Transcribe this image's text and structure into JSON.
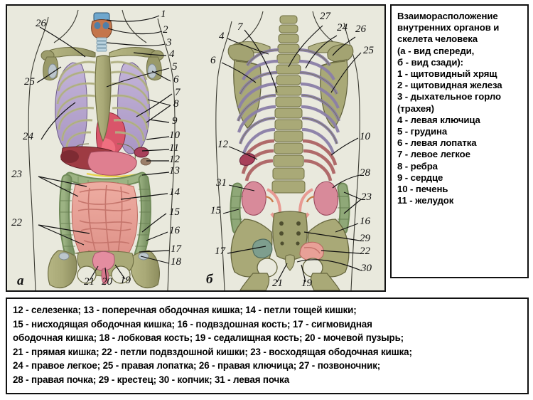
{
  "figure": {
    "view_a_marker": "а",
    "view_b_marker": "б",
    "view_a_name": "front-view-anatomy",
    "view_b_name": "back-view-anatomy",
    "labels_a": [
      "26",
      "25",
      "24",
      "23",
      "22",
      "1",
      "2",
      "3",
      "4",
      "5",
      "6",
      "7",
      "8",
      "9",
      "10",
      "11",
      "12",
      "13",
      "14",
      "15",
      "16",
      "17",
      "18",
      "21",
      "20",
      "19"
    ],
    "labels_b": [
      "4",
      "6",
      "7",
      "12",
      "31",
      "15",
      "17",
      "27",
      "24",
      "26",
      "25",
      "10",
      "28",
      "23",
      "16",
      "29",
      "22",
      "30",
      "21",
      "19"
    ]
  },
  "legend": {
    "lines": [
      "Взаиморасположение",
      "внутренних органов и",
      "скелета человека",
      "(а - вид спереди,",
      "б - вид сзади):",
      "1 - щитовидный хрящ",
      "2 - щитовидная железа",
      "3 - дыхательное горло",
      "(трахея)",
      "4 - левая ключица",
      "5 - грудина",
      "6 - левая лопатка",
      "7 - левое легкое",
      "8 - ребра",
      "9 - сердце",
      "10 - печень",
      "11 - желудок"
    ]
  },
  "caption": {
    "lines": [
      "12 - селезенка; 13 - поперечная ободочная кишка; 14 - петли тощей кишки;",
      "15 - нисходящая ободочная кишка; 16 - подвздошная кость; 17 - сигмовидная",
      "ободочная кишка; 18 - лобковая кость; 19 - седалищная кость; 20 - мочевой пузырь;",
      "21 - прямая кишка; 22 - петли подвздошной кишки; 23 - восходящая ободочная кишка;",
      "24 - правое легкое; 25 - правая лопатка; 26 - правая ключица; 27 - позвоночник;",
      "28 - правая почка; 29 - крестец; 30 - копчик; 31 - левая почка"
    ]
  },
  "colors": {
    "panel_background": "#e9e9dd",
    "bone": "#a9a977",
    "bone_shadow": "#8d8d5e",
    "lung": "#b7a6cf",
    "heart": "#d9556a",
    "liver": "#9e3b43",
    "stomach": "#df7f90",
    "colon": "#8fa878",
    "small_intestine": "#e8a097",
    "kidney": "#d88a9a",
    "thyroid_cartilage": "#6fa7cd",
    "thyroid_gland": "#c4764c",
    "trachea": "#bcd4e0",
    "spleen": "#a8405a",
    "bladder": "#e48da0",
    "border": "#111111",
    "text": "#000000"
  }
}
